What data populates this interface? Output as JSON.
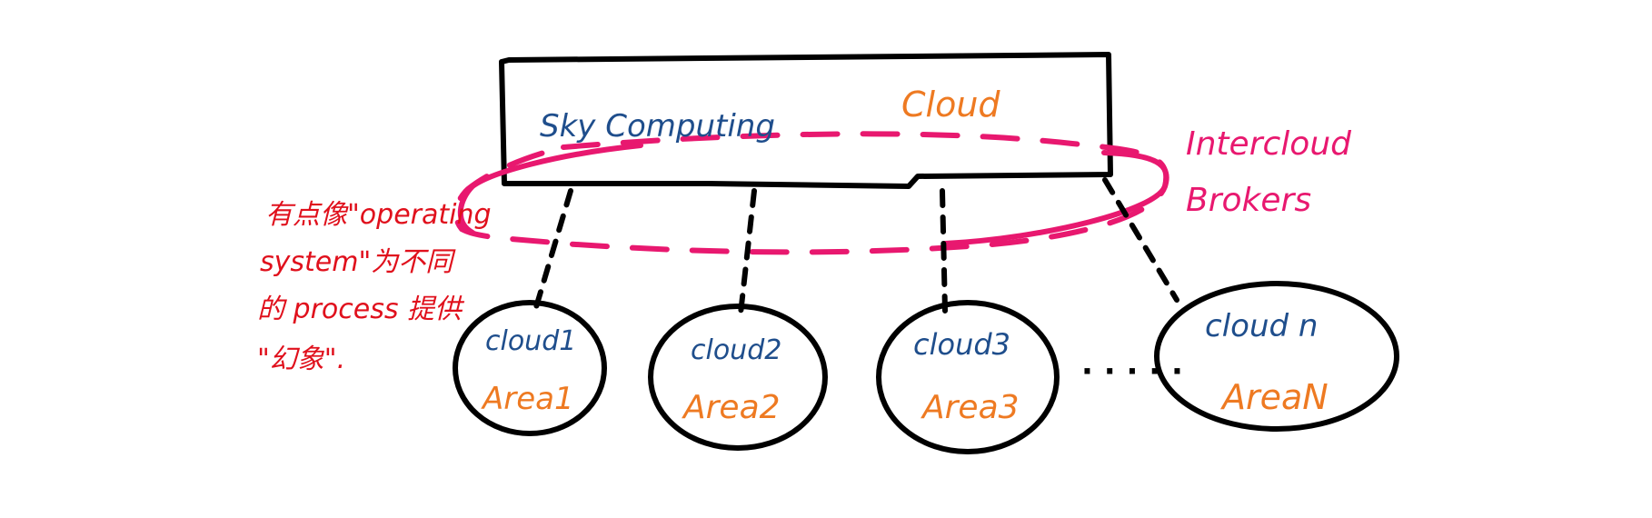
{
  "diagram": {
    "top_box": {
      "left_label": "Sky Computing",
      "right_label": "Cloud"
    },
    "broker_label": {
      "line1": "Intercloud",
      "line2": "Brokers"
    },
    "annotation": {
      "line1": "有点像\"operating",
      "line2": "system\"为不同",
      "line3": "的 process 提供",
      "line4": "\"幻象\"."
    },
    "clouds": [
      {
        "name": "cloud1",
        "area": "Area1"
      },
      {
        "name": "cloud2",
        "area": "Area2"
      },
      {
        "name": "cloud3",
        "area": "Area3"
      },
      {
        "name": "cloud n",
        "area": "AreaN"
      }
    ],
    "ellipsis": "· · · · ·",
    "colors": {
      "outline": "#000000",
      "cloud_name": "#1f4e8c",
      "area": "#ee7a22",
      "broker": "#e8186f",
      "annotation": "#e0101c"
    }
  }
}
